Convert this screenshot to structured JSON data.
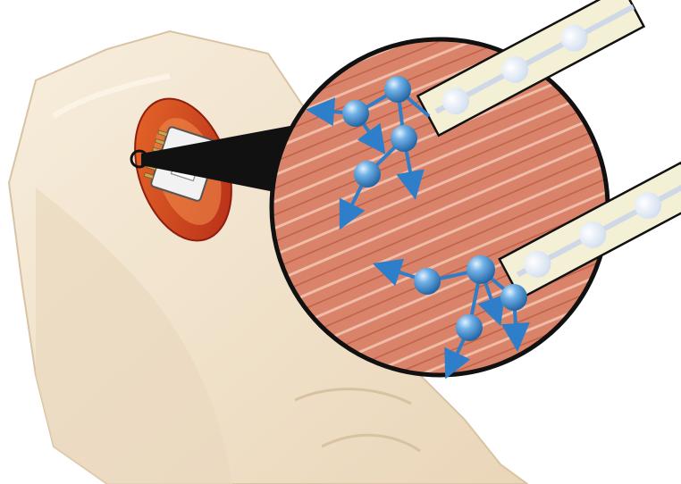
{
  "figure": {
    "subject": "implanted-microchip-muscle-stimulation",
    "colors": {
      "background": "#ffffff",
      "skin_light": "#f5ead8",
      "skin_mid": "#eddcc1",
      "skin_shadow": "#d9c3a4",
      "incision_red": "#c8321e",
      "incision_orange": "#e86a2a",
      "chip": "#f2f2f2",
      "chip_pins": "#c8a35a",
      "muscle_base": "#d9846a",
      "muscle_fiber_light": "#f4c7b4",
      "muscle_fiber_dark": "#b8553e",
      "electrode_body": "#f4f0d6",
      "electrode_wire": "#cfd8e6",
      "particle_blue": "#2f7ec9",
      "particle_highlight": "#cfe6fb",
      "outline": "#111111"
    },
    "icons": {
      "callout_marker": "ring",
      "electrodes": 2,
      "particles_per_cluster": 4,
      "arrows_per_cluster": 4
    }
  }
}
